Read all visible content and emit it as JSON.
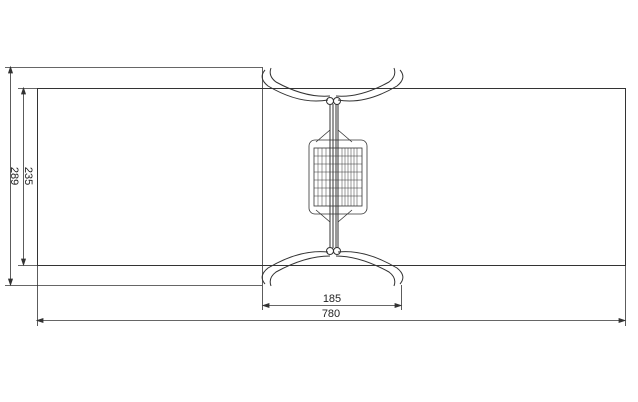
{
  "dimensions": {
    "overall_width": "780",
    "frame_width": "185",
    "overall_depth": "289",
    "area_depth": "235"
  },
  "colors": {
    "line": "#333333",
    "background": "#ffffff"
  }
}
